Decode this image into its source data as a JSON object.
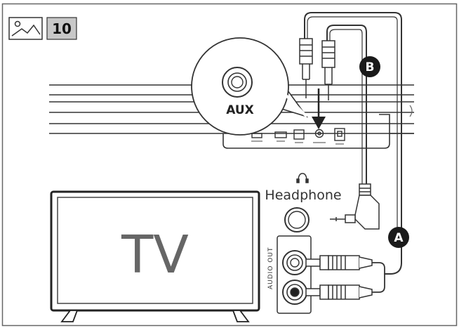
{
  "figure": {
    "step_number": "10",
    "labels": {
      "aux": "AUX",
      "headphone": "Headphone",
      "tv": "TV",
      "audio_out": "AUDIO OUT"
    },
    "badges": {
      "a": "A",
      "b": "B"
    },
    "icons": [
      "image-icon",
      "headphone-icon"
    ],
    "colors": {
      "line": "#333333",
      "badge_fill": "#1a1a1a",
      "step_box": "#c8c8c8"
    }
  }
}
